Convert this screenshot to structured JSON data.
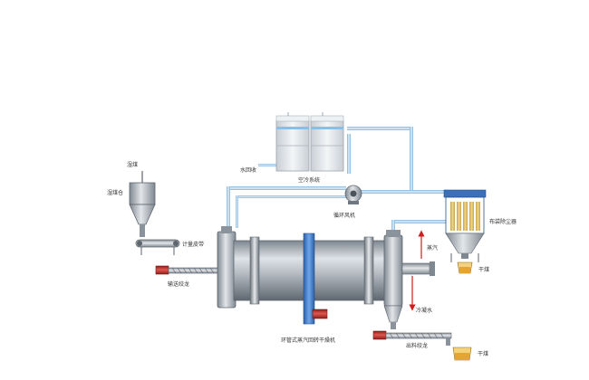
{
  "labels": {
    "wet_coal": "湿煤",
    "wet_coal_bin": "湿煤仓",
    "metering_belt": "计量皮带",
    "feed_screw": "输送绞龙",
    "water_recovery": "水回收",
    "air_cooling_system": "空冷系统",
    "circulating_fan": "循环风机",
    "bag_filter": "布袋除尘器",
    "steam": "蒸汽",
    "condensate": "冷凝水",
    "dryer": "环管式蒸汽回转干燥机",
    "discharge_screw": "出料绞龙",
    "dry_coal_1": "干煤",
    "dry_coal_2": "干煤"
  },
  "colors": {
    "pipe": "#9cc6e4",
    "pipe_edge": "#6fa3c9",
    "drum": "#9aa3ad",
    "band_blue": "#3d7dcc",
    "motor_red": "#c0302a",
    "label_red": "#cc1f1f"
  }
}
